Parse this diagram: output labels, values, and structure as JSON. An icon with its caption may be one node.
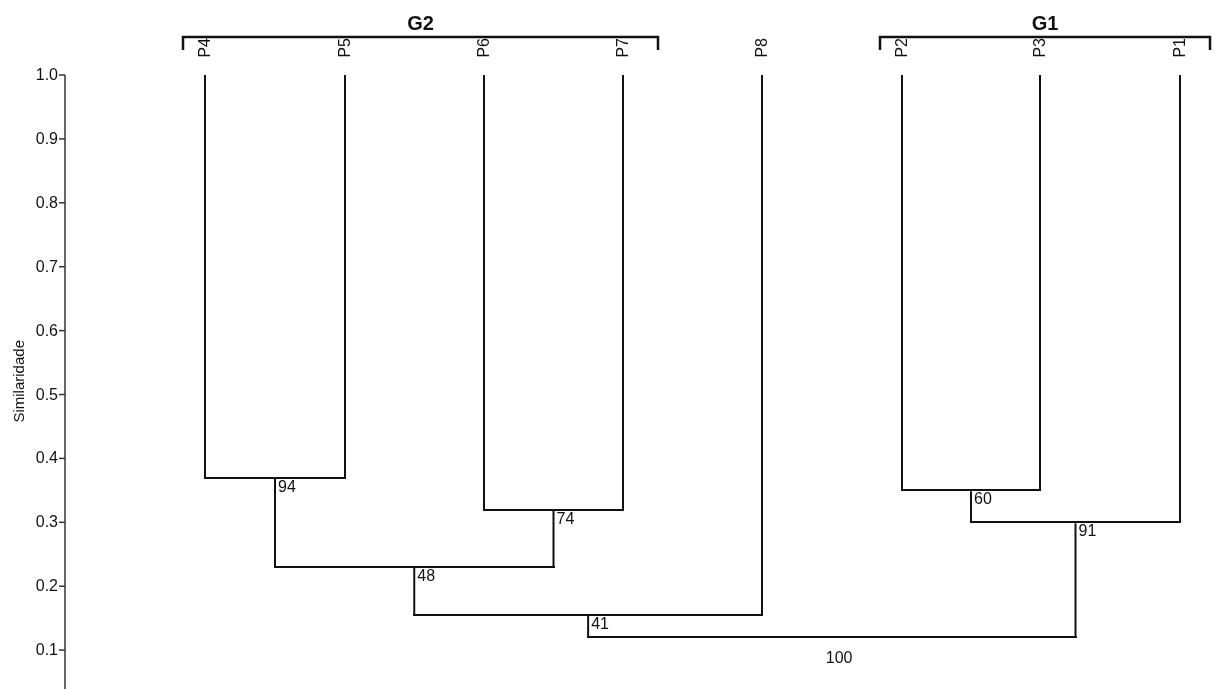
{
  "diagram": {
    "nodes": [
      {
        "text": [
          "P4"
        ]
      },
      {
        "text": [
          "P5"
        ]
      },
      {
        "text": [
          "P6"
        ]
      },
      {
        "text": [
          "P7"
        ]
      },
      {
        "text": [
          "P8"
        ]
      },
      {
        "text": [
          "P2"
        ]
      },
      {
        "text": [
          "P3"
        ]
      },
      {
        "text": [
          "P1"
        ]
      },
      {
        "text": [],
        "shape": "bar",
        "beside": [
          "94"
        ]
      },
      {
        "text": [],
        "shape": "bar",
        "beside": [
          "74"
        ]
      },
      {
        "text": [],
        "shape": "bar",
        "beside": [
          "48"
        ]
      },
      {
        "text": [],
        "shape": "bar",
        "beside": [
          "41"
        ]
      },
      {
        "text": [],
        "shape": "bar",
        "beside": [
          "60"
        ]
      },
      {
        "text": [],
        "shape": "bar",
        "beside": [
          "91"
        ]
      },
      {
        "text": [],
        "shape": "bar",
        "beside": [
          "100"
        ]
      }
    ],
    "edges": [
      {
        "from": 8,
        "to": 0,
        "arrow": "none"
      },
      {
        "from": 8,
        "to": 1,
        "arrow": "none"
      },
      {
        "from": 9,
        "to": 2,
        "arrow": "none"
      },
      {
        "from": 9,
        "to": 3,
        "arrow": "none"
      },
      {
        "from": 10,
        "to": 8,
        "arrow": "none"
      },
      {
        "from": 10,
        "to": 9,
        "arrow": "none"
      },
      {
        "from": 11,
        "to": 10,
        "arrow": "none"
      },
      {
        "from": 11,
        "to": 4,
        "arrow": "none"
      },
      {
        "from": 12,
        "to": 5,
        "arrow": "none"
      },
      {
        "from": 12,
        "to": 6,
        "arrow": "none"
      },
      {
        "from": 13,
        "to": 12,
        "arrow": "none"
      },
      {
        "from": 13,
        "to": 7,
        "arrow": "none"
      },
      {
        "from": 14,
        "to": 11,
        "arrow": "none"
      },
      {
        "from": 14,
        "to": 13,
        "arrow": "none"
      }
    ],
    "labels": [
      "G2",
      "G1",
      "1.0",
      "0.9",
      "0.8",
      "0.7",
      "0.6",
      "0.5",
      "0.4",
      "0.3",
      "0.2",
      "0.1",
      "Similaridade"
    ]
  }
}
